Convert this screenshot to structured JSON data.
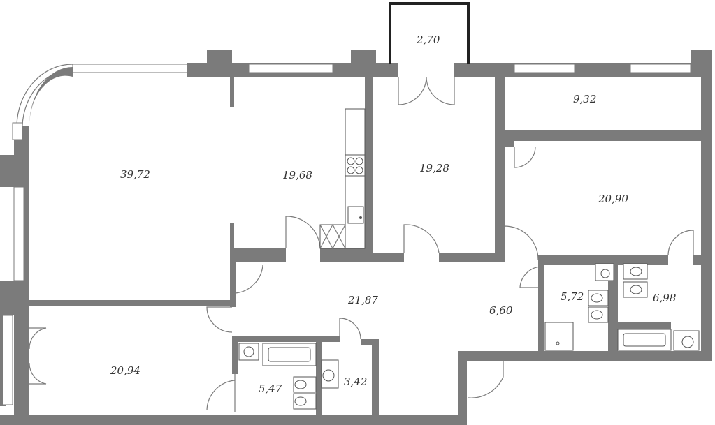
{
  "plan": {
    "rooms": [
      {
        "id": "living",
        "area": "39,72"
      },
      {
        "id": "kitchen",
        "area": "19,68"
      },
      {
        "id": "room-center",
        "area": "19,28"
      },
      {
        "id": "balcony-top",
        "area": "2,70"
      },
      {
        "id": "loggia",
        "area": "9,32"
      },
      {
        "id": "bedroom-right",
        "area": "20,90"
      },
      {
        "id": "hall",
        "area": "21,87"
      },
      {
        "id": "corridor",
        "area": "6,60"
      },
      {
        "id": "bath-1",
        "area": "5,72"
      },
      {
        "id": "bath-2",
        "area": "6,98"
      },
      {
        "id": "bedroom-left",
        "area": "20,94"
      },
      {
        "id": "bath-3",
        "area": "5,47"
      },
      {
        "id": "wc",
        "area": "3,42"
      }
    ]
  }
}
